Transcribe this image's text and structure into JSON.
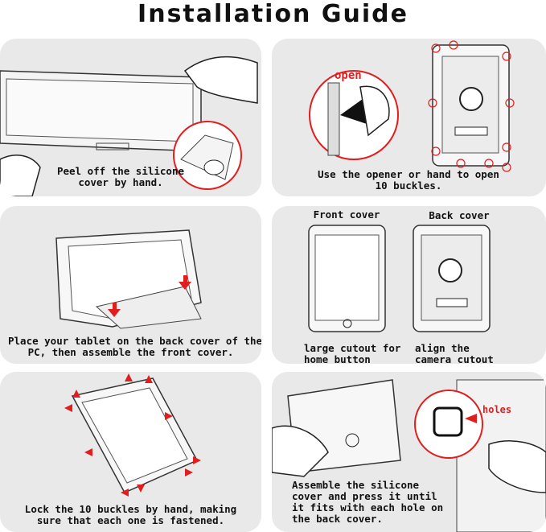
{
  "header": {
    "title": "Installation Guide"
  },
  "steps": [
    {
      "caption_line1": "Peel off the silicone",
      "caption_line2": "cover by hand."
    },
    {
      "label": "open",
      "caption_line1": "Use the opener or hand to open",
      "caption_line2": "10 buckles."
    },
    {
      "caption_line1": "Place your tablet on the back cover of the",
      "caption_line2": "PC, then assemble the front cover."
    },
    {
      "front_label": "Front cover",
      "back_label": "Back cover",
      "front_caption_line1": "large cutout for",
      "front_caption_line2": "home button",
      "back_caption_line1": "align the",
      "back_caption_line2": "camera cutout"
    },
    {
      "caption_line1": "Lock the 10 buckles by hand, making",
      "caption_line2": "sure that each one is fastened."
    },
    {
      "label": "holes",
      "caption_line1": "Assemble the silicone",
      "caption_line2": "cover and press it until",
      "caption_line3": "it fits with each hole on",
      "caption_line4": "the back cover."
    }
  ],
  "colors": {
    "panel": "#e9e9e9",
    "accent_red": "#e01e1e",
    "ink": "#111111"
  }
}
